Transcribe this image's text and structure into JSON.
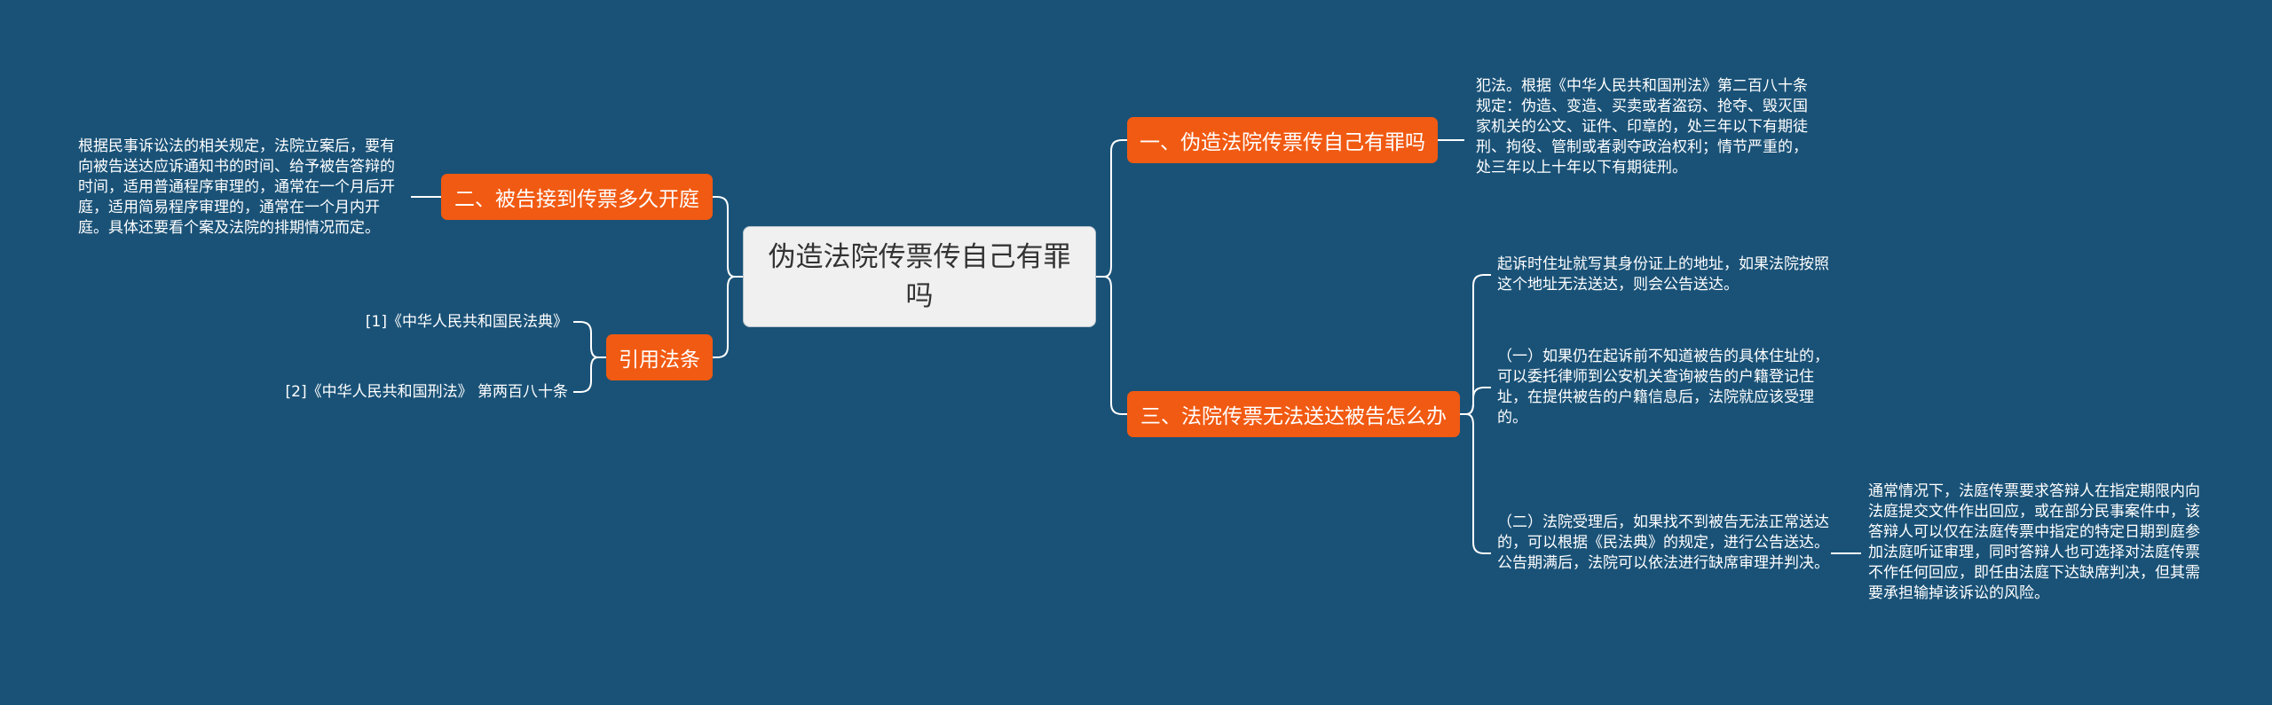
{
  "root": {
    "title": "伪造法院传票传自己有罪吗"
  },
  "branches": {
    "b1": {
      "label": "一、伪造法院传票传自己有罪吗",
      "note": "犯法。根据《中华人民共和国刑法》第二百八十条规定：伪造、变造、买卖或者盗窃、抢夺、毁灭国家机关的公文、证件、印章的，处三年以下有期徒刑、拘役、管制或者剥夺政治权利；情节严重的，处三年以上十年以下有期徒刑。"
    },
    "b2": {
      "label": "二、被告接到传票多久开庭",
      "note": "根据民事诉讼法的相关规定，法院立案后，要有向被告送达应诉通知书的时间、给予被告答辩的时间，适用普通程序审理的，通常在一个月后开庭，适用简易程序审理的，通常在一个月内开庭。具体还要看个案及法院的排期情况而定。"
    },
    "b3": {
      "label": "三、法院传票无法送达被告怎么办",
      "notes": [
        "起诉时住址就写其身份证上的地址，如果法院按照这个地址无法送达，则会公告送达。",
        "（一）如果仍在起诉前不知道被告的具体住址的，可以委托律师到公安机关查询被告的户籍登记住址，在提供被告的户籍信息后，法院就应该受理的。",
        "（二）法院受理后，如果找不到被告无法正常送达的，可以根据《民法典》的规定，进行公告送达。公告期满后，法院可以依法进行缺席审理并判决。"
      ],
      "subnote": "通常情况下，法庭传票要求答辩人在指定期限内向法庭提交文件作出回应，或在部分民事案件中，该答辩人可以仅在法庭传票中指定的特定日期到庭参加法庭听证审理，同时答辩人也可选择对法庭传票不作任何回应，即任由法庭下达缺席判决，但其需要承担输掉该诉讼的风险。"
    },
    "b4": {
      "label": "引用法条",
      "refs": [
        "[1]《中华人民共和国民法典》",
        "[2]《中华人民共和国刑法》 第两百八十条"
      ]
    }
  },
  "colors": {
    "background": "#1a5277",
    "topic": "#f15a12",
    "root": "#f0f0f0",
    "line": "#ffffff"
  }
}
